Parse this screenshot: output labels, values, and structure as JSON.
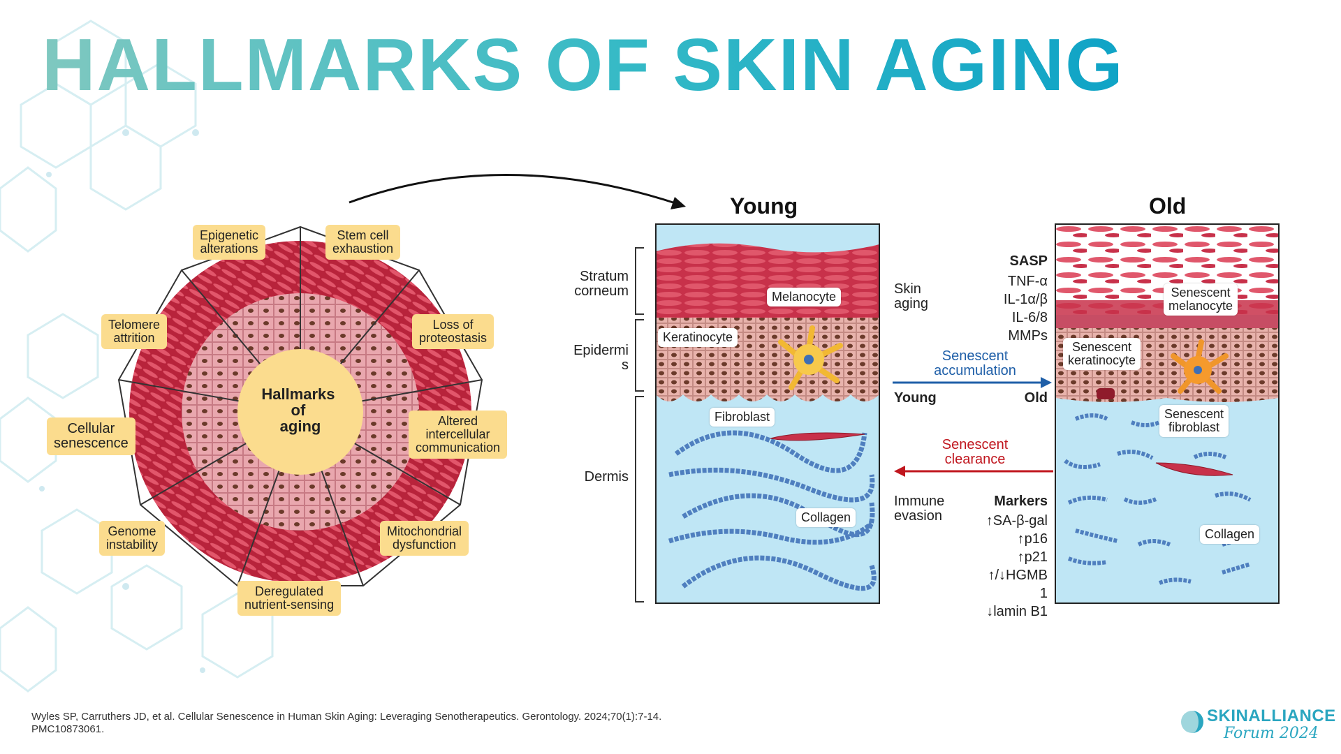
{
  "title": "HALLMARKS OF SKIN AGING",
  "wheel": {
    "center_label": [
      "Hallmarks",
      "of",
      "aging"
    ],
    "hallmarks": [
      [
        "Epigenetic",
        "alterations"
      ],
      [
        "Stem cell",
        "exhaustion"
      ],
      [
        "Telomere",
        "attrition"
      ],
      [
        "Loss of",
        "proteostasis"
      ],
      [
        "Cellular",
        "senescence"
      ],
      [
        "Altered",
        "intercellular",
        "communication"
      ],
      [
        "Genome",
        "instability"
      ],
      [
        "Mitochondrial",
        "dysfunction"
      ],
      [
        "Deregulated",
        "nutrient-sensing"
      ]
    ]
  },
  "panels": {
    "young_title": "Young",
    "old_title": "Old",
    "layers": {
      "stratum": [
        "Stratum",
        "corneum"
      ],
      "epidermis": [
        "Epidermi",
        "s"
      ],
      "dermis": "Dermis"
    },
    "young_tags": {
      "melanocyte": "Melanocyte",
      "keratinocyte": "Keratinocyte",
      "fibroblast": "Fibroblast",
      "collagen": "Collagen"
    },
    "old_tags": {
      "senescent_melanocyte": [
        "Senescent",
        "melanocyte"
      ],
      "senescent_keratinocyte": [
        "Senescent",
        "keratinocyte"
      ],
      "senescent_fibroblast": [
        "Senescent",
        "fibroblast"
      ],
      "collagen": "Collagen"
    }
  },
  "middle": {
    "skin_aging": [
      "Skin",
      "aging"
    ],
    "sasp_title": "SASP",
    "sasp_items": [
      "TNF-α",
      "IL-1α/β",
      "IL-6/8",
      "MMPs"
    ],
    "accumulation": [
      "Senescent",
      "accumulation"
    ],
    "young_label": "Young",
    "old_label": "Old",
    "clearance": [
      "Senescent",
      "clearance"
    ],
    "immune_evasion": [
      "Immune",
      "evasion"
    ],
    "markers_title": "Markers",
    "markers": [
      "↑SA-β-gal",
      "↑p16",
      "↑p21",
      "↑/↓HGMB",
      "1",
      "↓lamin B1"
    ]
  },
  "reference": [
    "Wyles SP, Carruthers JD, et al. Cellular Senescence in Human Skin Aging: Leveraging Senotherapeutics. Gerontology. 2024;70(1):7-14.",
    "PMC10873061."
  ],
  "brand": {
    "name": "SKINALLIANCE",
    "sub": "Forum 2024"
  },
  "colors": {
    "title_teal": "#34b9c6",
    "accumulation_blue": "#1f5fa8",
    "clearance_red": "#c0161e",
    "label_yellow": "#fbdc8e",
    "dermis_blue": "#bfe6f5",
    "tissue_red": "#c8314a"
  }
}
